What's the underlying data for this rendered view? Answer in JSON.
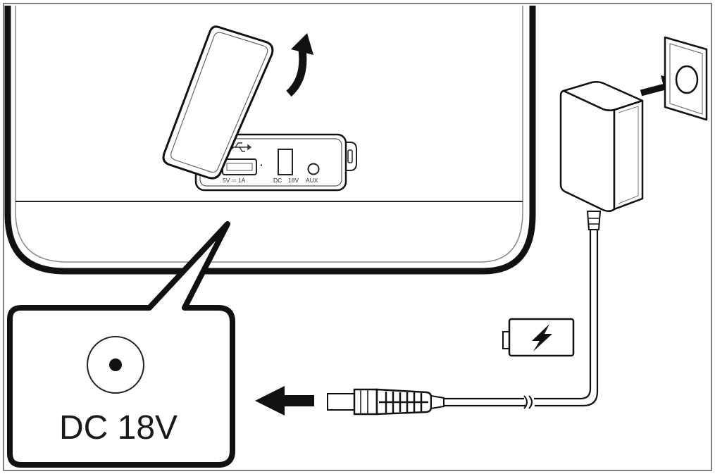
{
  "callout": {
    "label": "DC 18V"
  },
  "panel": {
    "usb_label": "5V ⎓ 1A",
    "dc_label": "DC",
    "volt_label": "18V",
    "aux_label": "AUX"
  },
  "icons": {
    "charging": "battery-charging-icon",
    "wall_outlet": "wall-outlet-icon",
    "insert_arrow": "arrow-left-icon",
    "lid_open_arrow": "curved-arrow-up-icon"
  }
}
